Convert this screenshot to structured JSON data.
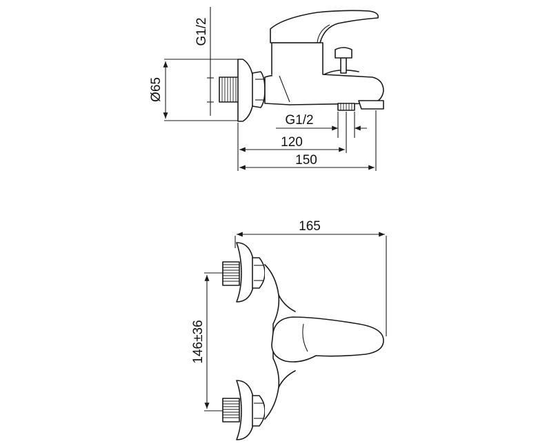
{
  "dimensions": {
    "top_thread": "G1/2",
    "diameter": "Ø65",
    "spout_thread": "G1/2",
    "len_120": "120",
    "len_150": "150",
    "width_165": "165",
    "center_distance": "146±36"
  },
  "colors": {
    "line": "#1a1a1a",
    "background": "#ffffff"
  }
}
